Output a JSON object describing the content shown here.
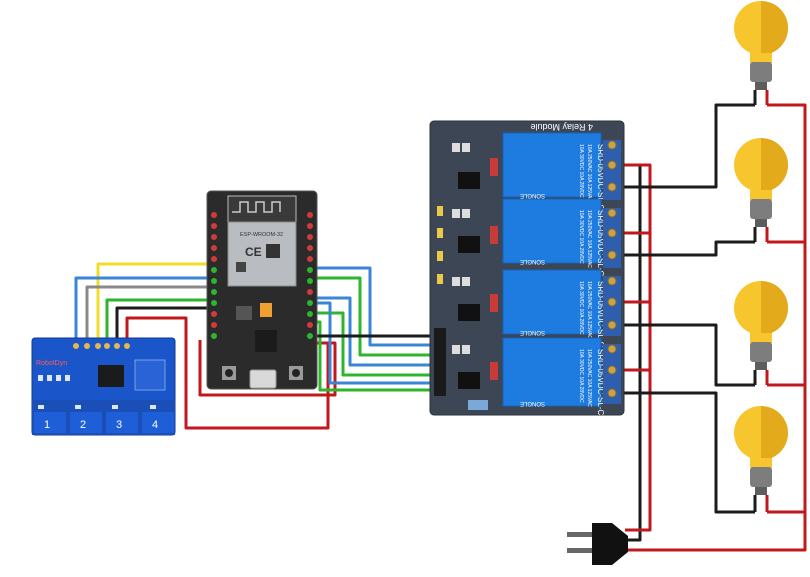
{
  "colors": {
    "wire_red": "#c0181c",
    "wire_black": "#1b1b1b",
    "wire_blue": "#3a86d4",
    "wire_green": "#2db52d",
    "wire_gray": "#8a8a8a",
    "wire_yellow": "#f2dc2a",
    "relay_board": "#3c4654",
    "relay_blue": "#1e7be0",
    "esp_board": "#2b2b2b",
    "touch_board": "#1a56c9",
    "bulb_yellow": "#f7c62f",
    "bulb_base": "#7d7d7d"
  },
  "relay_module": {
    "title": "4 Relay Module",
    "relays": [
      {
        "model": "SRD-05VDC-SL-C",
        "rating_1": "10A 250VAC  10A 125VAC",
        "rating_2": "10A 30VDC  10A 28VDC",
        "brand": "SONGLE"
      },
      {
        "model": "SRD-05VDC-SL-C",
        "rating_1": "10A 250VAC  10A 125VAC",
        "rating_2": "10A 30VDC  10A 28VDC",
        "brand": "SONGLE"
      },
      {
        "model": "SRD-05VDC-SL-C",
        "rating_1": "10A 250VAC  10A 125VAC",
        "rating_2": "10A 30VDC  10A 28VDC",
        "brand": "SONGLE"
      },
      {
        "model": "SRD-05VDC-SL-C",
        "rating_1": "10A 250VAC  10A 125VAC",
        "rating_2": "10A 30VDC  10A 28VDC",
        "brand": "SONGLE"
      }
    ]
  },
  "esp32": {
    "module_label": "ESP-WROOM-32",
    "ce_mark": "CE"
  },
  "touch_sensor": {
    "brand": "RobotDyn",
    "pads": [
      "1",
      "2",
      "3",
      "4"
    ]
  },
  "bulbs": [
    "bulb-1",
    "bulb-2",
    "bulb-3",
    "bulb-4"
  ],
  "power_plug": "plug-icon"
}
